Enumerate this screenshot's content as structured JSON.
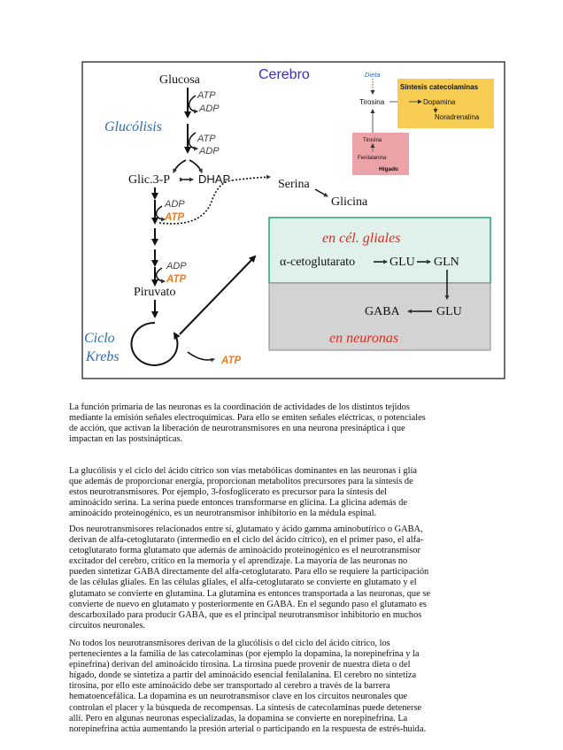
{
  "diagram": {
    "cerebro": "Cerebro",
    "glucosa": "Glucosa",
    "glucolisis": "Glucólisis",
    "atp": "ATP",
    "adp": "ADP",
    "glic3p": "Glic.3-P",
    "dhap": "DHAP",
    "serina": "Serina",
    "glicina": "Glicina",
    "piruvato": "Piruvato",
    "ciclo": "Ciclo",
    "krebs": "Krebs",
    "en_cel_gliales": "en cél. gliales",
    "alfa_cetoglutarato": "α-cetoglutarato",
    "glu": "GLU",
    "gln": "GLN",
    "gaba": "GABA",
    "en_neuronas": "en neuronas",
    "inset": {
      "dieta": "Dieta",
      "tirosina": "Tirosina",
      "sintesis_title": "Síntesis catecolaminas",
      "dopamina": "Dopamina",
      "noradrenalina": "Noradrenalina",
      "fenilalanina": "Fenilalanina",
      "higado": "Hígado"
    },
    "colors": {
      "blue_label": "#2a6db5",
      "cerebro": "#3a2fc0",
      "red_label": "#e02a1e",
      "orange_atp": "#f07a1a",
      "glial_box": "#dff1ea",
      "glial_border": "#27a37a",
      "neuron_box": "#d3d3d3",
      "sintesis_box": "#f6cd52",
      "higado_box": "#eba3a8"
    }
  },
  "paragraphs": [
    [
      "La función primaria de las neuronas es la coordinación de actividades de los distintos tejidos",
      "mediante la emisión señales electroquímicas. Para ello se emiten señales eléctricas, o potenciales",
      "de acción, que activan la liberación de neurotransmisores en una neurona presináptica i que",
      "impactan en las postsinápticas."
    ],
    [
      "La glucólisis y el ciclo del ácido cítrico son vías metabólicas dominantes en las neuronas i glía",
      "que además de proporcionar energía, proporcionan metabolitos precursores para la síntesis de",
      "estos neurotransmisores. Por ejemplo, 3-fosfoglicerato es precursor para la síntesis del",
      "aminoácido serina. La serina puede entonces transformarse en glicina. La glicina además de",
      "aminoácido proteinogénico, es un neurotransmisor inhibitorio en la médula espinal."
    ],
    [
      "Dos neurotransmisores relacionados entre sí, glutamato y ácido gamma aminobutírico o GABA,",
      "derivan de alfa-cetoglutarato (intermedio en el ciclo del ácido cítrico), en el primer paso, el alfa-",
      "cetoglutarato forma glutamato que además de aminoácido proteinogénico es el neurotransmisor",
      "excitador del cerebro, crítico en la memoria y el aprendizaje. La mayoría de las neuronas no",
      "pueden sintetizar GABA directamente del alfa-cetoglutarato. Para ello se requiere la participación",
      "de las células gliales. En las células gliales, el alfa-cetoglutarato se convierte en glutamato y el",
      "glutamato se convierte en glutamina. La glutamina es entonces transportada a las neuronas, que se",
      "convierte de nuevo en glutamato y posteriormente en GABA. En el segundo paso el glutamato es",
      "descarboxilado para producir GABA, que es el principal neurotransmisor inhibitorio en muchos",
      "circuitos neuronales."
    ],
    [
      "No todos los neurotransmisores derivan de la glucólisis o del ciclo del ácido cítrico, los",
      "pertenecientes a la familia de las catecolaminas (por ejemplo la dopamina, la norepinefrina y la",
      "epinefrina) derivan del aminoácido tirosina. La tirosina puede provenir de nuestra dieta o del",
      "hígado, donde se sintetiza a partir del aminoácido esencial fenilalanina. El cerebro no sintetiza",
      "tirosina, por ello este aminoácido debe ser transportado al cerebro a través de la barrera",
      "hematoencefálica. La dopamina es un neurotransmisor clave en los circuitos neuronales que",
      "controlan el placer y la búsqueda de recompensas. La síntesis de catecolaminas puede detenerse",
      "allí. Pero en algunas neuronas especializadas, la dopamina se convierte en norepinefrina. La",
      "norepinefrina actúa aumentando la presión arterial o participando en la respuesta de estrés-huida."
    ]
  ]
}
